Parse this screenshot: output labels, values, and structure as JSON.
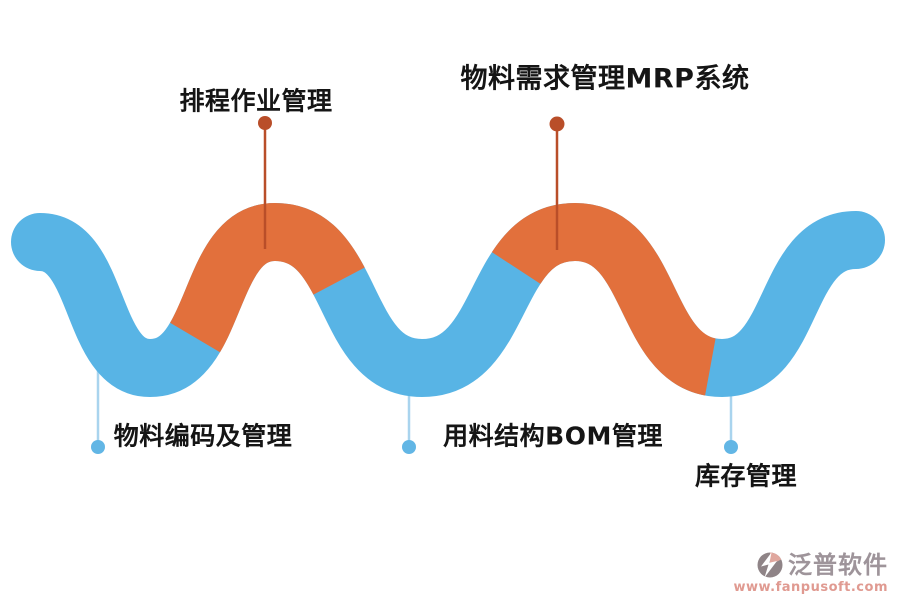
{
  "page": {
    "background": "#ffffff",
    "description_type": "serpentine-process-diagram"
  },
  "colors": {
    "wave_blue": "#58b4e5",
    "wave_orange": "#e2703c",
    "connector_orange": "#b94e29",
    "connector_blue_line": "#a9d4ee",
    "connector_blue_dot": "#62b6e5",
    "label_text": "#151515",
    "watermark_name": "#9e949a",
    "watermark_url": "#e09a91",
    "logo_gray": "#8f8487",
    "logo_salmon": "#e0a79e"
  },
  "wave": {
    "transitions_x": [
      195,
      339,
      516,
      710
    ]
  },
  "diagram": {
    "items": [
      {
        "id": "material-coding",
        "label": "物料编码及管理",
        "side": "bottom",
        "connector": "blue"
      },
      {
        "id": "scheduling",
        "label": "排程作业管理",
        "side": "top",
        "connector": "orange"
      },
      {
        "id": "bom",
        "label": "用料结构BOM管理",
        "side": "bottom",
        "connector": "blue"
      },
      {
        "id": "mrp",
        "label": "物料需求管理MRP系统",
        "side": "top",
        "connector": "orange"
      },
      {
        "id": "inventory",
        "label": "库存管理",
        "side": "bottom",
        "connector": "blue"
      }
    ]
  },
  "watermark": {
    "name": "泛普软件",
    "url": "www.fanpusoft.com"
  }
}
